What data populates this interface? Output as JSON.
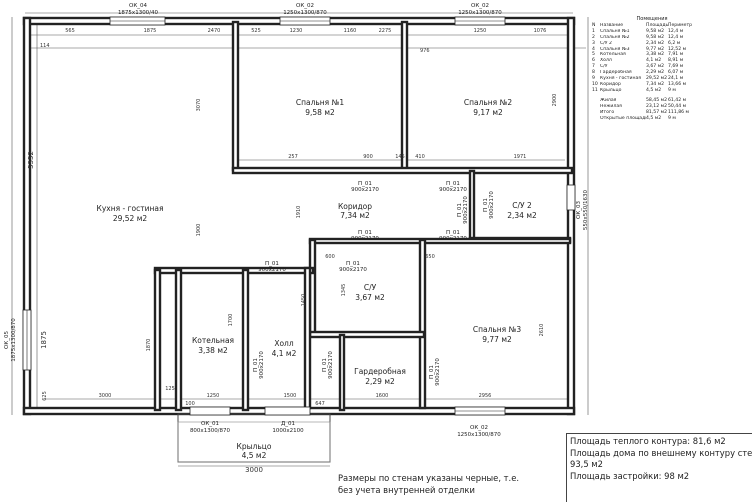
{
  "rooms": {
    "kitchen": {
      "name": "Кухня - гостиная",
      "area": "29,52 м2"
    },
    "bed1": {
      "name": "Спальня №1",
      "area": "9,58 м2"
    },
    "bed2": {
      "name": "Спальня №2",
      "area": "9,17 м2"
    },
    "corridor": {
      "name": "Коридор",
      "area": "7,34 м2"
    },
    "bath2": {
      "name": "С/У 2",
      "area": "2,34 м2"
    },
    "bath": {
      "name": "С/У",
      "area": "3,67 м2"
    },
    "boiler": {
      "name": "Котельная",
      "area": "3,38 м2"
    },
    "hall": {
      "name": "Холл",
      "area": "4,1 м2"
    },
    "wardrobe": {
      "name": "Гардеробная",
      "area": "2,29 м2"
    },
    "bed3": {
      "name": "Спальня №3",
      "area": "9,77 м2"
    },
    "porch": {
      "name": "Крыльцо",
      "area": "4,5 м2"
    }
  },
  "openings": {
    "ok04": {
      "name": "ОК_04",
      "size": "1875х1300/40"
    },
    "ok02a": {
      "name": "ОК_02",
      "size": "1250х1300/870"
    },
    "ok02b": {
      "name": "ОК_02",
      "size": "1250х1300/870"
    },
    "ok02c": {
      "name": "ОК_02",
      "size": "1250х1300/870"
    },
    "ok03": {
      "name": "ОК_03",
      "size": "550х550/1630"
    },
    "ok05": {
      "name": "ОК_05",
      "size": "1875х1300/870"
    },
    "ok01": {
      "name": "ОК_01",
      "size": "800х1300/870"
    },
    "d01": {
      "name": "Д_01",
      "size": "1000х2100"
    },
    "p01a": {
      "name": "П_01",
      "size": "900х2170"
    },
    "p01b": {
      "name": "П_01",
      "size": "900х2170"
    },
    "p01c": {
      "name": "П_01",
      "size": "900х2170"
    },
    "p01d": {
      "name": "П_01",
      "size": "900х2170"
    },
    "p01e": {
      "name": "П_01",
      "size": "900х2170"
    },
    "p01f": {
      "name": "П_01",
      "size": "900х2170"
    },
    "p01g": {
      "name": "П_01",
      "size": "900х2170"
    },
    "p01h": {
      "name": "П_01",
      "size": "900х2170"
    },
    "p01i": {
      "name": "П_01",
      "size": "900х2170"
    },
    "p01j": {
      "name": "П_01",
      "size": "900х2170"
    },
    "p01k": {
      "name": "П_01",
      "size": "900х2170"
    }
  },
  "dims": {
    "d_565": "565",
    "d_1875": "1875",
    "d_114": "114",
    "d_2470": "2470",
    "d_525": "525",
    "d_1230": "1230",
    "d_1160": "1160",
    "d_2275": "2275",
    "d_976": "976",
    "d_1250": "1250",
    "d_1076": "1076",
    "d_3070": "3070",
    "d_2900": "2900",
    "d_257": "257",
    "d_900": "900",
    "d_145": "145",
    "d_410": "410",
    "d_1971": "1971",
    "d_5352": "5352",
    "d_1900": "1900",
    "d_600": "600",
    "d_1450": "1450",
    "d_1700": "1700",
    "d_1870": "1870",
    "d_3000": "3000",
    "d_1250b": "1250",
    "d_100": "100",
    "d_647": "647",
    "d_2956": "2956",
    "d_1345": "1345",
    "d_1600": "1600",
    "d_1875b": "1875",
    "d_625": "625",
    "d_3000b": "3000",
    "d_1500": "1500",
    "d_125": "125",
    "d_1910": "1910",
    "d_650": "650",
    "d_2610": "2610"
  },
  "legend": {
    "title": "Помещения",
    "headers": [
      "N",
      "Название",
      "Площадь",
      "Периметр"
    ],
    "rows": [
      [
        "1",
        "Спальня №1",
        "9,58 м2",
        "12,4 м"
      ],
      [
        "2",
        "Спальня №2",
        "9,58 м2",
        "12,4 м"
      ],
      [
        "3",
        "С/У 2",
        "2,34 м2",
        "6,2 м"
      ],
      [
        "4",
        "Спальня №3",
        "9,77 м2",
        "12,52 м"
      ],
      [
        "5",
        "Котельная",
        "3,38 м2",
        "7,91 м"
      ],
      [
        "6",
        "Холл",
        "4,1 м2",
        "8,91 м"
      ],
      [
        "7",
        "С/У",
        "3,67 м2",
        "7,69 м"
      ],
      [
        "8",
        "Гардеробная",
        "2,29 м2",
        "6,07 м"
      ],
      [
        "9",
        "Кухня - гостиная",
        "29,52 м2",
        "24,1 м"
      ],
      [
        "10",
        "Коридор",
        "7,34 м2",
        "13,66 м"
      ],
      [
        "11",
        "Крыльцо",
        "4,5 м2",
        "9 м"
      ]
    ],
    "totals": [
      [
        "Жилая",
        "58,45 м2",
        "61,42 м"
      ],
      [
        "Нежилая",
        "23,12 м2",
        "50,44 м"
      ],
      [
        "Итого",
        "81,57 м2",
        "111,86 м"
      ],
      [
        "Открытые площади",
        "4,5 м2",
        "9 м"
      ]
    ]
  },
  "summary": {
    "line1": "Площадь теплого контура: 81,6 м2",
    "line2": "Площадь дома по внешнему контуру стен",
    "line3": "93,5 м2",
    "line4": "Площадь застройки: 98 м2"
  },
  "note": {
    "line1": "Размеры по стенам указаны черные, т.е.",
    "line2": "без учета внутренней отделки"
  }
}
